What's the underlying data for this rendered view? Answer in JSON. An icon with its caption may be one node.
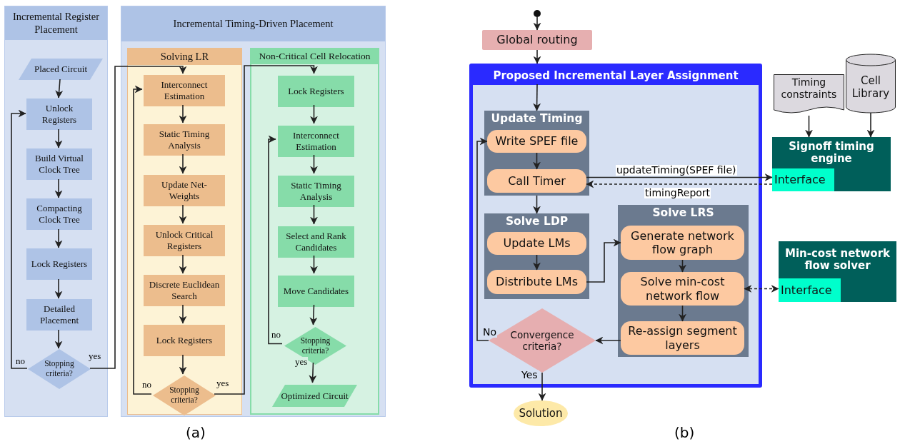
{
  "diagram": {
    "nodes": [
      {
        "text": [
          "Incremental Register Placement"
        ]
      },
      {
        "text": [
          "Placed Circuit"
        ],
        "in": 0
      },
      {
        "text": [
          "Unlock Registers"
        ],
        "in": 0
      },
      {
        "text": [
          "Build Virtual Clock Tree"
        ],
        "in": 0
      },
      {
        "text": [
          "Compacting Clock Tree"
        ],
        "in": 0
      },
      {
        "text": [
          "Lock Registers"
        ],
        "in": 0
      },
      {
        "text": [
          "Detailed Placement"
        ],
        "in": 0
      },
      {
        "text": [
          "Stopping criteria?"
        ],
        "in": 0
      },
      {
        "text": [
          "Incremental Timing-Driven Placement"
        ]
      },
      {
        "text": [
          "Solving LR"
        ],
        "in": 8
      },
      {
        "text": [
          "Interconnect Estimation"
        ],
        "in": 9
      },
      {
        "text": [
          "Static Timing Analysis"
        ],
        "in": 9
      },
      {
        "text": [
          "Update Net-Weights"
        ],
        "in": 9
      },
      {
        "text": [
          "Unlock Critical Registers"
        ],
        "in": 9
      },
      {
        "text": [
          "Discrete Euclidean Search"
        ],
        "in": 9
      },
      {
        "text": [
          "Lock Registers"
        ],
        "in": 9
      },
      {
        "text": [
          "Stopping criteria?"
        ],
        "in": 9
      },
      {
        "text": [
          "Non-Critical Cell Relocation"
        ],
        "in": 8
      },
      {
        "text": [
          "Lock Registers"
        ],
        "in": 17
      },
      {
        "text": [
          "Interconnect Estimation"
        ],
        "in": 17
      },
      {
        "text": [
          "Static Timing Analysis"
        ],
        "in": 17
      },
      {
        "text": [
          "Select and Rank Candidates"
        ],
        "in": 17
      },
      {
        "text": [
          "Move Candidates"
        ],
        "in": 17
      },
      {
        "text": [
          "Stopping criteria?"
        ],
        "in": 17
      },
      {
        "text": [
          "Optimized Circuit"
        ],
        "in": 17
      },
      {
        "text": [],
        "shape": "circle"
      },
      {
        "text": [
          "Global routing"
        ]
      },
      {
        "text": [
          "Proposed Incremental Layer Assignment"
        ]
      },
      {
        "text": [
          "Update Timing"
        ],
        "in": 27
      },
      {
        "text": [
          "Write SPEF file"
        ],
        "in": 28
      },
      {
        "text": [
          "Call Timer"
        ],
        "in": 28
      },
      {
        "text": [
          "Solve LDP"
        ],
        "in": 27
      },
      {
        "text": [
          "Update LMs"
        ],
        "in": 31
      },
      {
        "text": [
          "Distribute LMs"
        ],
        "in": 31
      },
      {
        "text": [
          "Convergence criteria?"
        ],
        "in": 27
      },
      {
        "text": [
          "Solve LRS"
        ],
        "in": 27
      },
      {
        "text": [
          "Generate network flow graph"
        ],
        "in": 35
      },
      {
        "text": [
          "Solve min-cost network flow"
        ],
        "in": 35
      },
      {
        "text": [
          "Re-assign segment layers"
        ],
        "in": 35
      },
      {
        "text": [
          "Solution"
        ]
      },
      {
        "text": [
          "Timing constraints"
        ]
      },
      {
        "text": [
          "Cell Library"
        ]
      },
      {
        "text": [
          "Signoff timing engine"
        ]
      },
      {
        "text": [
          "Interface"
        ],
        "in": 42
      },
      {
        "text": [
          "Min-cost network flow solver"
        ]
      },
      {
        "text": [
          "Interface"
        ],
        "in": 44
      }
    ],
    "edges": [
      {
        "from": 1,
        "to": 2,
        "arrow": "to"
      },
      {
        "from": 2,
        "to": 3,
        "arrow": "to"
      },
      {
        "from": 3,
        "to": 4,
        "arrow": "to"
      },
      {
        "from": 4,
        "to": 5,
        "arrow": "to"
      },
      {
        "from": 5,
        "to": 6,
        "arrow": "to"
      },
      {
        "from": 6,
        "to": 7,
        "arrow": "to"
      },
      {
        "from": 7,
        "to": 2,
        "arrow": "to",
        "label": "no"
      },
      {
        "from": 7,
        "to": 10,
        "arrow": "to",
        "label": "yes"
      },
      {
        "from": 10,
        "to": 11,
        "arrow": "to"
      },
      {
        "from": 11,
        "to": 12,
        "arrow": "to"
      },
      {
        "from": 12,
        "to": 13,
        "arrow": "to"
      },
      {
        "from": 13,
        "to": 14,
        "arrow": "to"
      },
      {
        "from": 14,
        "to": 15,
        "arrow": "to"
      },
      {
        "from": 15,
        "to": 16,
        "arrow": "to"
      },
      {
        "from": 16,
        "to": 10,
        "arrow": "to",
        "label": "no"
      },
      {
        "from": 16,
        "to": 18,
        "arrow": "to",
        "label": "yes"
      },
      {
        "from": 18,
        "to": 19,
        "arrow": "to"
      },
      {
        "from": 19,
        "to": 20,
        "arrow": "to"
      },
      {
        "from": 20,
        "to": 21,
        "arrow": "to"
      },
      {
        "from": 21,
        "to": 22,
        "arrow": "to"
      },
      {
        "from": 22,
        "to": 23,
        "arrow": "to"
      },
      {
        "from": 23,
        "to": 19,
        "arrow": "to",
        "label": "no"
      },
      {
        "from": 23,
        "to": 24,
        "arrow": "to",
        "label": "yes"
      },
      {
        "from": 25,
        "to": 26,
        "arrow": "to"
      },
      {
        "from": 26,
        "to": 27,
        "arrow": "to"
      },
      {
        "from": null,
        "to": 28,
        "arrow": "to"
      },
      {
        "from": 29,
        "to": 30,
        "arrow": "to"
      },
      {
        "from": 30,
        "to": 43,
        "arrow": "to",
        "label": "updateTiming(SPEF file)"
      },
      {
        "from": 43,
        "to": 30,
        "arrow": "to",
        "label": "timingReport",
        "style": "dashed"
      },
      {
        "from": 28,
        "to": 31,
        "arrow": "to"
      },
      {
        "from": 32,
        "to": 33,
        "arrow": "to"
      },
      {
        "from": 33,
        "to": 36,
        "arrow": "to"
      },
      {
        "from": 36,
        "to": 37,
        "arrow": "to"
      },
      {
        "from": 37,
        "to": 38,
        "arrow": "to"
      },
      {
        "from": 38,
        "to": 34,
        "arrow": "to"
      },
      {
        "from": 34,
        "to": 29,
        "arrow": "to",
        "label": "No"
      },
      {
        "from": 34,
        "to": 39,
        "arrow": "to",
        "label": "Yes"
      },
      {
        "from": 37,
        "to": 45,
        "arrow": "both",
        "style": "dashed"
      },
      {
        "from": 40,
        "to": 42,
        "arrow": "to"
      },
      {
        "from": 41,
        "to": 42,
        "arrow": "to"
      }
    ],
    "labels": [
      "(a)",
      "(b)"
    ]
  }
}
